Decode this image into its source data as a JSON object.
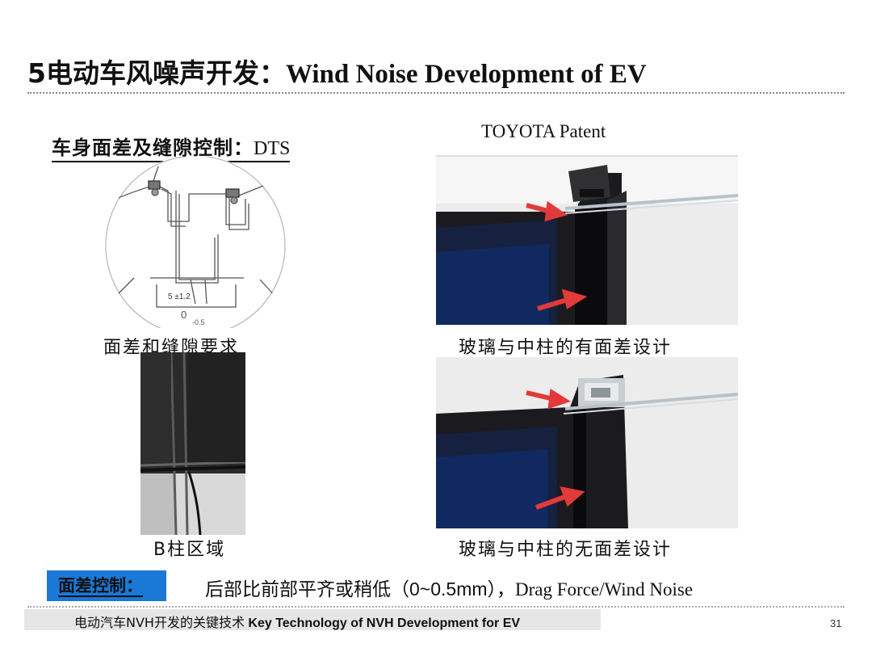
{
  "slide": {
    "title_zh": "5电动车风噪声开发：",
    "title_en": "Wind Noise Development of  EV",
    "page_number": "31"
  },
  "left": {
    "heading_zh": "车身面差及缝隙控制：",
    "heading_en": "DTS",
    "diagram_caption": "面差和缝隙要求",
    "diagram_labels": {
      "tolerance": "5 ±1.2",
      "zero": "0",
      "minus": "-0.5"
    },
    "photo_caption": "B柱区域"
  },
  "right": {
    "heading": "TOYOTA  Patent",
    "top_caption": "玻璃与中柱的有面差设计",
    "bottom_caption": "玻璃与中柱的无面差设计"
  },
  "control": {
    "badge": "面差控制：",
    "text_zh": "后部比前部平齐或稍低（",
    "text_range": "0~0.5mm",
    "text_sep": "），",
    "text_en": "Drag Force/Wind Noise"
  },
  "footer": {
    "text_zh": "电动汽车NVH开发的关键技术",
    "text_en": " Key Technology of NVH Development for EV"
  },
  "colors": {
    "badge_blue": "#1a78d6",
    "arrow_red": "#e23a3a",
    "footer_gray": "#e6e6e6"
  }
}
